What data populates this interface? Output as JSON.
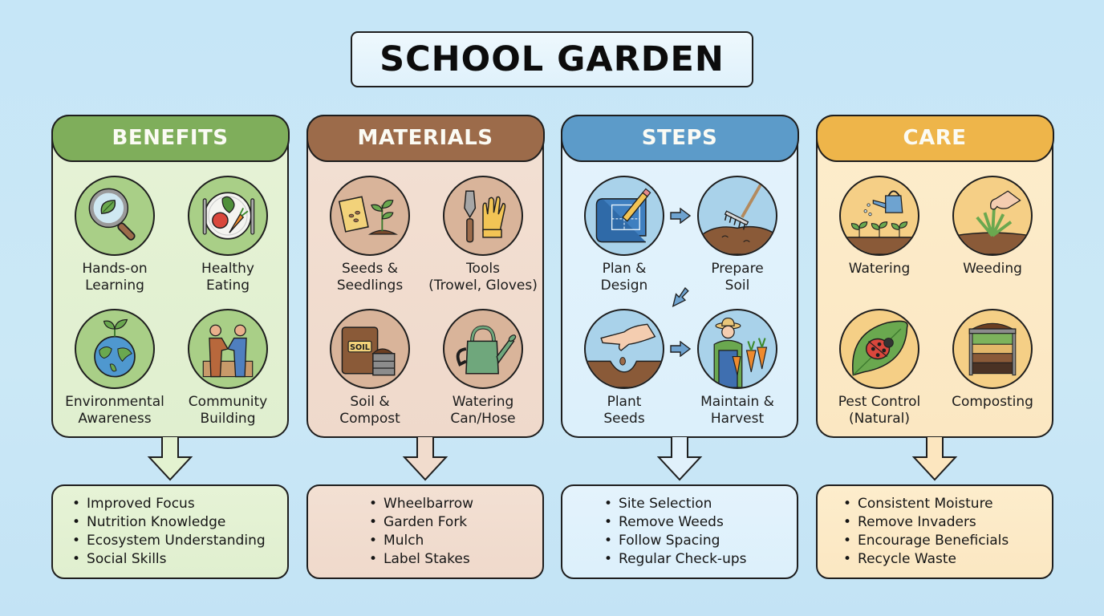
{
  "title": "SCHOOL GARDEN",
  "colors": {
    "background": "#c6e6f7",
    "benefits_header": "#7fae5b",
    "benefits_body": "#e4f2d3",
    "materials_header": "#9c6b4a",
    "materials_body": "#f1ddd0",
    "steps_header": "#5c9bc9",
    "steps_body": "#e1f1fb",
    "care_header": "#eeb54a",
    "care_body": "#fcebc9"
  },
  "panels": [
    {
      "id": "benefits",
      "header": "BENEFITS",
      "items": [
        {
          "label": "Hands-on\nLearning",
          "icon": "magnifier-leaf-icon"
        },
        {
          "label": "Healthy\nEating",
          "icon": "plate-vegetables-icon"
        },
        {
          "label": "Environmental\nAwareness",
          "icon": "globe-sprout-icon"
        },
        {
          "label": "Community\nBuilding",
          "icon": "handshake-icon"
        }
      ],
      "list": [
        "Improved Focus",
        "Nutrition Knowledge",
        "Ecosystem Understanding",
        "Social Skills"
      ]
    },
    {
      "id": "materials",
      "header": "MATERIALS",
      "items": [
        {
          "label": "Seeds &\nSeedlings",
          "icon": "seed-packet-icon"
        },
        {
          "label": "Tools\n(Trowel, Gloves)",
          "icon": "trowel-gloves-icon"
        },
        {
          "label": "Soil &\nCompost",
          "icon": "soil-bag-icon",
          "bag_text": "SOIL"
        },
        {
          "label": "Watering\nCan/Hose",
          "icon": "watering-can-icon"
        }
      ],
      "list": [
        "Wheelbarrow",
        "Garden Fork",
        "Mulch",
        "Label Stakes"
      ]
    },
    {
      "id": "steps",
      "header": "STEPS",
      "items": [
        {
          "label": "Plan &\nDesign",
          "icon": "blueprint-pencil-icon"
        },
        {
          "label": "Prepare\nSoil",
          "icon": "rake-soil-icon"
        },
        {
          "label": "Plant\nSeeds",
          "icon": "hand-planting-seed-icon"
        },
        {
          "label": "Maintain &\nHarvest",
          "icon": "farmer-carrots-icon"
        }
      ],
      "list": [
        "Site Selection",
        "Remove Weeds",
        "Follow Spacing",
        "Regular Check-ups"
      ]
    },
    {
      "id": "care",
      "header": "CARE",
      "items": [
        {
          "label": "Watering",
          "icon": "watering-plants-icon"
        },
        {
          "label": "Weeding",
          "icon": "hand-pulling-weed-icon"
        },
        {
          "label": "Pest Control\n(Natural)",
          "icon": "ladybug-leaf-icon"
        },
        {
          "label": "Composting",
          "icon": "compost-bin-icon"
        }
      ],
      "list": [
        "Consistent Moisture",
        "Remove Invaders",
        "Encourage Beneficials",
        "Recycle Waste"
      ]
    }
  ]
}
